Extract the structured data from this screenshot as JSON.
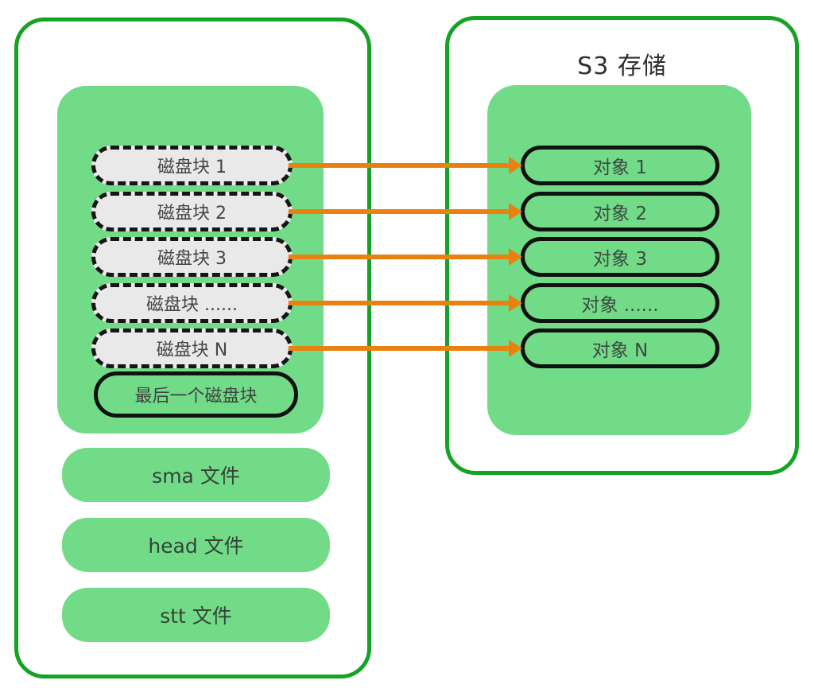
{
  "left_panel": {
    "disk_blocks": [
      "磁盘块 1",
      "磁盘块 2",
      "磁盘块 3",
      "磁盘块 ......",
      "磁盘块 N"
    ],
    "last_block": "最后一个磁盘块",
    "file_pills": [
      "sma 文件",
      "head 文件",
      "stt 文件"
    ]
  },
  "right_panel": {
    "title": "S3 存储",
    "objects": [
      "对象 1",
      "对象 2",
      "对象 3",
      "对象 ......",
      "对象 N"
    ]
  },
  "arrows": [
    {
      "from": "磁盘块 1",
      "to": "对象 1"
    },
    {
      "from": "磁盘块 2",
      "to": "对象 2"
    },
    {
      "from": "磁盘块 3",
      "to": "对象 3"
    },
    {
      "from": "磁盘块 ......",
      "to": "对象 ......"
    },
    {
      "from": "磁盘块 N",
      "to": "对象 N"
    }
  ],
  "colors": {
    "panel_border_green": "#14a325",
    "box_fill_green": "#72db88",
    "disk_pill_gray": "#e9e9e9",
    "pill_border_black": "#111111",
    "arrow_orange": "#e8810f"
  }
}
